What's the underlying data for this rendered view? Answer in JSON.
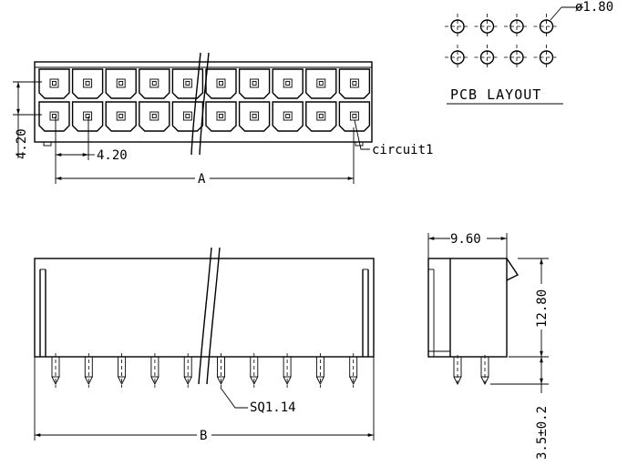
{
  "dims": {
    "pitch_v": "4.20",
    "pitch_h": "4.20",
    "length_a": "A",
    "length_b": "B",
    "depth": "9.60",
    "height": "12.80",
    "pin_len": "3.5±0.2",
    "hole": "ø1.80",
    "pin_size": "SQ1.14",
    "circuit": "circuit1"
  },
  "layout_label": "PCB LAYOUT",
  "connector": {
    "columns": 10,
    "rows": 2
  },
  "pcb": {
    "columns": 4,
    "rows": 2
  }
}
